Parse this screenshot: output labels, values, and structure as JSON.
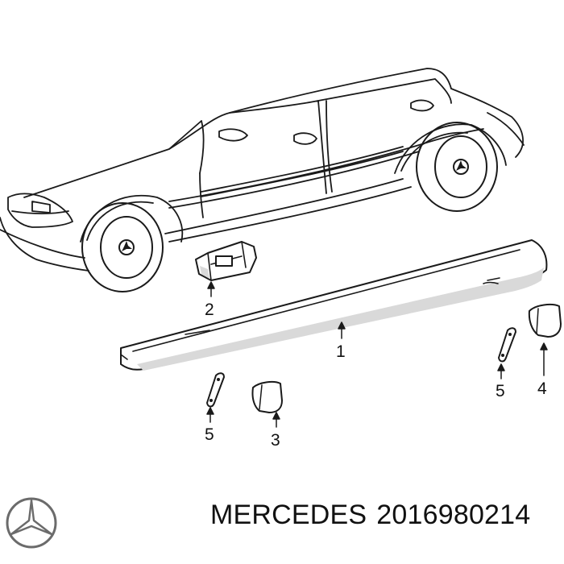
{
  "diagram": {
    "callouts": {
      "c1": "1",
      "c2": "2",
      "c3": "3",
      "c4": "4",
      "c5a": "5",
      "c5b": "5"
    }
  },
  "caption": {
    "brand": "MERCEDES",
    "part_number": "2016980214"
  },
  "icons": {
    "brand_logo": "mercedes-star-logo"
  }
}
